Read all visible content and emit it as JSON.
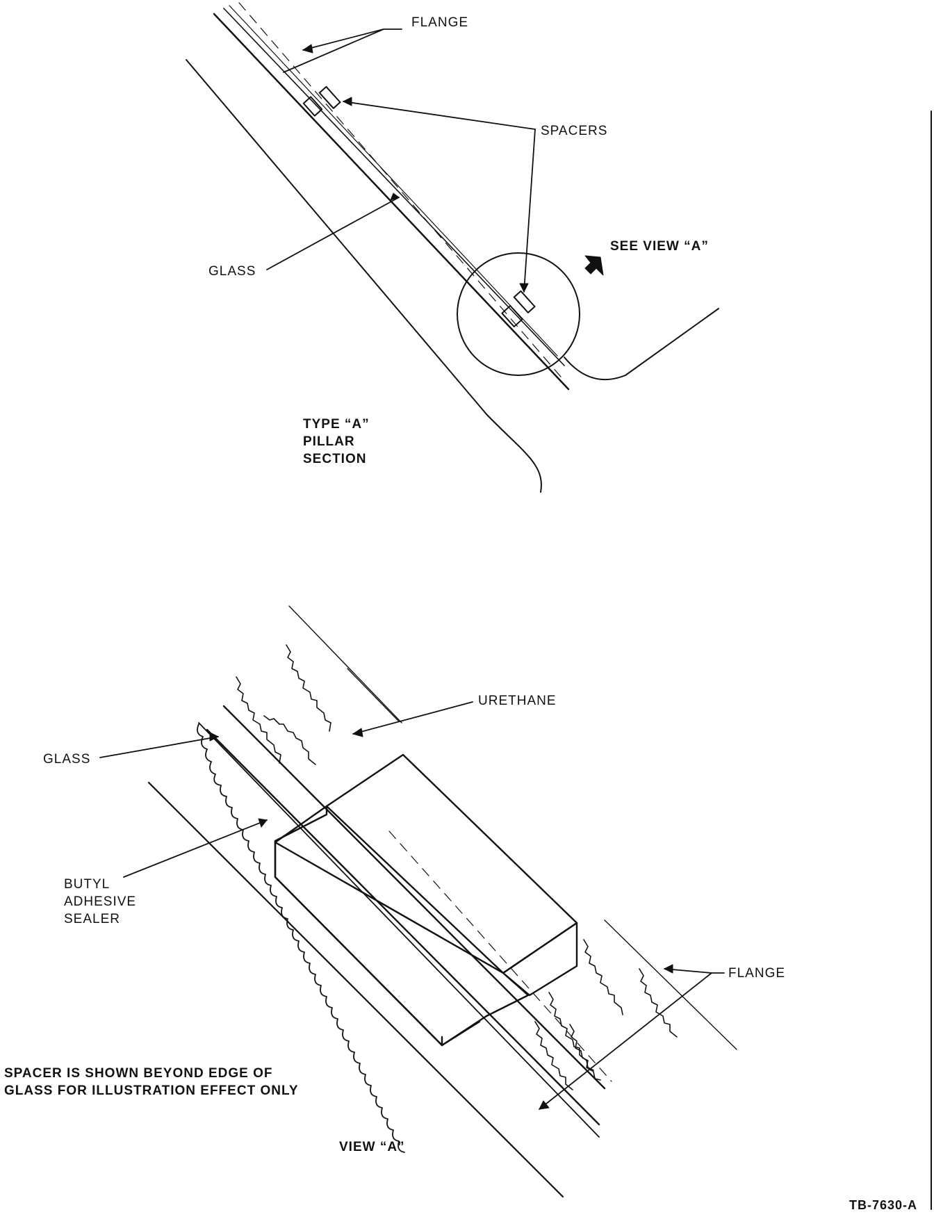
{
  "top_view": {
    "label_flange": "FLANGE",
    "label_spacers": "SPACERS",
    "label_glass": "GLASS",
    "label_see_view": "SEE VIEW “A”",
    "title_lines": [
      "TYPE “A”",
      "PILLAR",
      "SECTION"
    ]
  },
  "bottom_view": {
    "label_urethane": "URETHANE",
    "label_glass": "GLASS",
    "label_butyl_lines": [
      "BUTYL",
      "ADHESIVE",
      "SEALER"
    ],
    "label_flange": "FLANGE",
    "note_lines": [
      "SPACER IS SHOWN BEYOND EDGE OF",
      "GLASS FOR ILLUSTRATION EFFECT ONLY"
    ],
    "title": "VIEW “A”"
  },
  "figure_id": "TB-7630-A"
}
